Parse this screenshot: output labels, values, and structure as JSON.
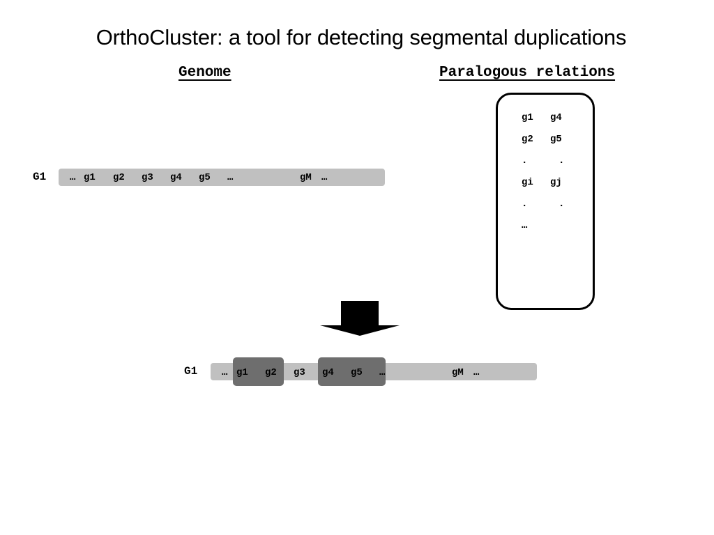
{
  "title": "OrthoCluster: a tool for detecting segmental duplications",
  "headings": {
    "genome": "Genome",
    "paralogous": "Paralogous relations"
  },
  "top_genome": {
    "label": "G1",
    "genes": [
      "…",
      "g1",
      "g2",
      "g3",
      "g4",
      "g5",
      "…",
      "gM",
      "…"
    ]
  },
  "paralogous_relations": {
    "rows": [
      [
        "g1",
        "g4"
      ],
      [
        "g2",
        "g5"
      ],
      [
        ".",
        "."
      ],
      [
        "gi",
        "gj"
      ],
      [
        ".",
        "."
      ],
      [
        "…",
        ""
      ]
    ]
  },
  "bottom_genome": {
    "label": "G1",
    "genes": [
      "…",
      "g1",
      "g2",
      "g3",
      "g4",
      "g5",
      "…",
      "gM",
      "…"
    ]
  },
  "colors": {
    "chromosome_bar": "#c0c0c0",
    "cluster_highlight": "#6e6e6e",
    "arrow": "#000000"
  }
}
